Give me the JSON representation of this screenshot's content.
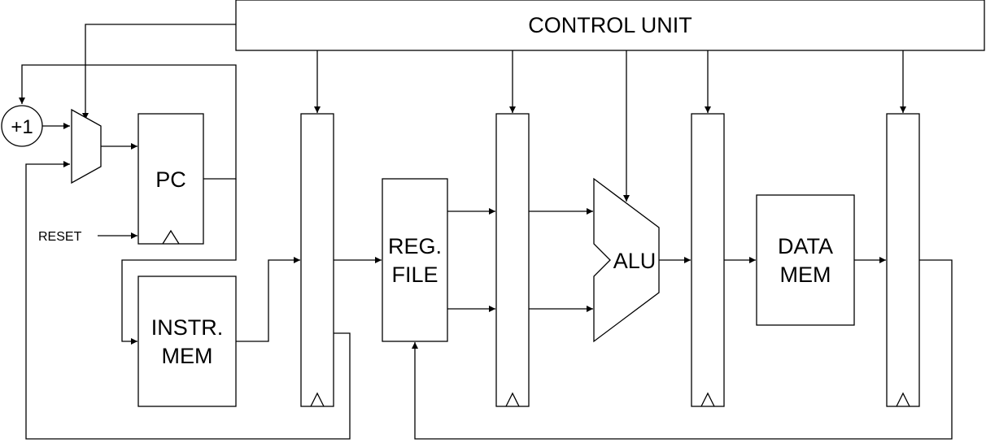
{
  "diagram": {
    "control_unit": {
      "label": "CONTROL UNIT"
    },
    "incrementer": {
      "label": "+1"
    },
    "pc": {
      "label": "PC"
    },
    "reset": {
      "label": "RESET"
    },
    "instr_mem": {
      "line1": "INSTR.",
      "line2": "MEM"
    },
    "reg_file": {
      "line1": "REG.",
      "line2": "FILE"
    },
    "alu": {
      "label": "ALU"
    },
    "data_mem": {
      "line1": "DATA",
      "line2": "MEM"
    }
  }
}
